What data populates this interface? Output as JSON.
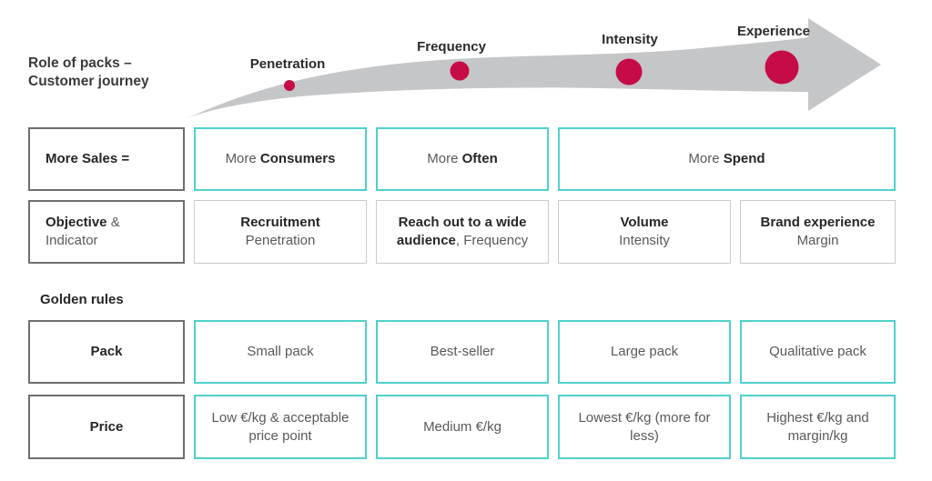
{
  "colors": {
    "accent_red": "#C60C46",
    "teal_border": "#4FD1CB",
    "arrow_gray": "#C5C6C8",
    "dark_border": "#6E6E6E",
    "light_border": "#CBCBCB",
    "text_dark": "#262626",
    "text_gray": "#595959"
  },
  "journey": {
    "title_line1": "Role of packs  –",
    "title_line2": "Customer journey",
    "stages": [
      {
        "label": "Penetration"
      },
      {
        "label": "Frequency"
      },
      {
        "label": "Intensity"
      },
      {
        "label": "Experience"
      }
    ]
  },
  "rows": {
    "more_sales": {
      "header": "More Sales =",
      "cells": [
        {
          "prefix": "More ",
          "bold": "Consumers"
        },
        {
          "prefix": "More ",
          "bold": "Often"
        },
        {
          "prefix": "More ",
          "bold": "Spend"
        }
      ]
    },
    "objective": {
      "header_bold": "Objective",
      "header_rest": " &",
      "header_line2": "Indicator",
      "cells": [
        {
          "line1": "Recruitment",
          "line2": "Penetration"
        },
        {
          "line1": "Reach out to a wide audience",
          "line1_suffix": ", Frequency"
        },
        {
          "line1": "Volume",
          "line2": "Intensity"
        },
        {
          "line1": "Brand experience",
          "line2": "Margin"
        }
      ]
    },
    "golden_rules_heading": "Golden rules",
    "pack": {
      "header": "Pack",
      "cells": [
        "Small pack",
        "Best-seller",
        "Large pack",
        "Qualitative pack"
      ]
    },
    "price": {
      "header": "Price",
      "cells": [
        "Low €/kg & acceptable price point",
        "Medium €/kg",
        "Lowest €/kg (more for less)",
        "Highest €/kg and margin/kg"
      ]
    }
  }
}
